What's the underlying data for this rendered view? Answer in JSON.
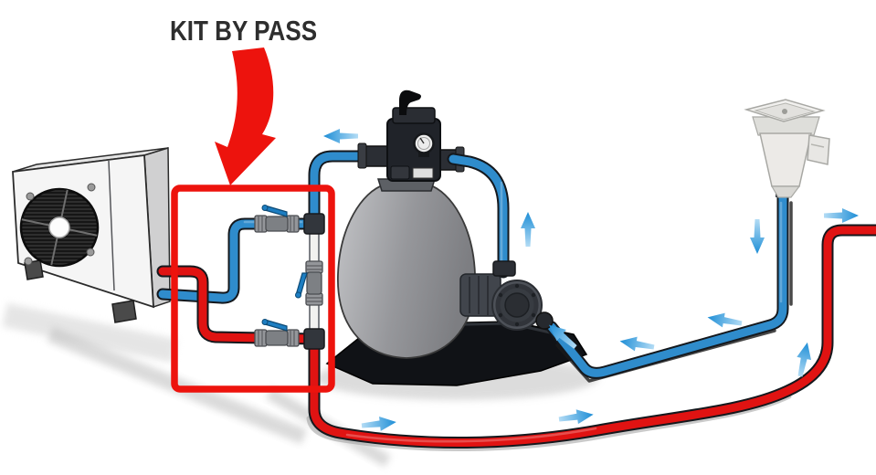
{
  "label": {
    "text": "KIT BY PASS"
  },
  "colors": {
    "cold": "#2f8ccc",
    "hot": "#e01312",
    "highlight": "#ed130d",
    "arrow_tail": "#b3dcf5",
    "arrow_head": "#1e8ed6",
    "valve_handle": "#1d7ec2",
    "pipe_bypass": "#f2f2f0",
    "label_text": "#2e2e2e"
  },
  "components": [
    "heat-pump",
    "bypass-kit",
    "ball-valve",
    "sand-filter",
    "multiport-valve",
    "pressure-gauge",
    "filter-pump",
    "skimmer",
    "cold-water-pipe",
    "hot-water-pipe"
  ],
  "flow_arrows": [
    {
      "circuit": "cold",
      "direction": "left",
      "location": "filter-outlet"
    },
    {
      "circuit": "cold",
      "direction": "up",
      "location": "pump-to-filter"
    },
    {
      "circuit": "cold",
      "direction": "up-left",
      "location": "pump-inlet"
    },
    {
      "circuit": "cold",
      "direction": "left",
      "location": "suction-line-mid"
    },
    {
      "circuit": "cold",
      "direction": "left",
      "location": "suction-line-right"
    },
    {
      "circuit": "cold",
      "direction": "down",
      "location": "skimmer-drop"
    },
    {
      "circuit": "hot",
      "direction": "right",
      "location": "return-top-right"
    },
    {
      "circuit": "hot",
      "direction": "up",
      "location": "return-right-riser"
    },
    {
      "circuit": "hot",
      "direction": "right",
      "location": "return-bottom-left"
    },
    {
      "circuit": "hot",
      "direction": "right",
      "location": "return-bottom-mid"
    }
  ]
}
